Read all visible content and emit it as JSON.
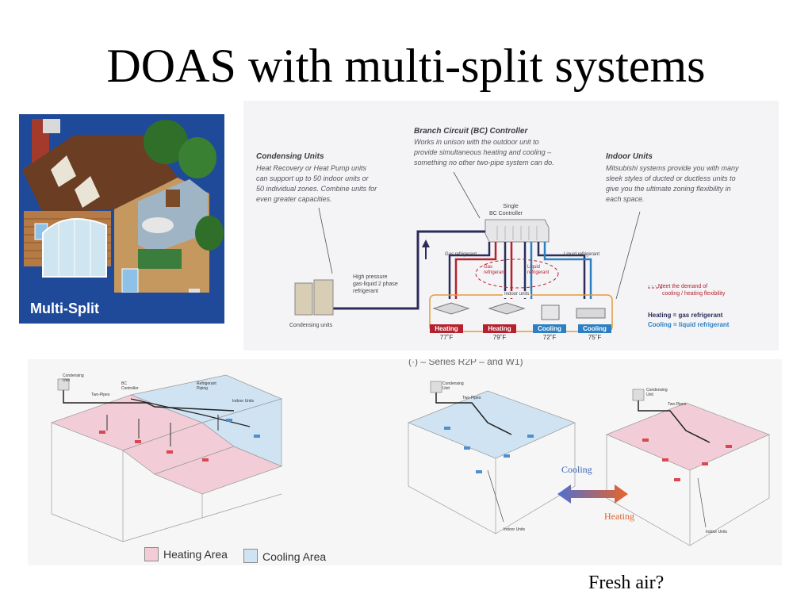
{
  "slide": {
    "title": "DOAS with multi-split systems",
    "footnote": "Fresh air?"
  },
  "house_image": {
    "caption": "Multi-Split"
  },
  "bc_diagram": {
    "condensing_heading": "Condensing Units",
    "condensing_body": [
      "Heat Recovery or Heat Pump units",
      "can support up to 50 indoor units or",
      "50 individual zones. Combine units for",
      "even greater capacities."
    ],
    "bc_heading": "Branch Circuit (BC) Controller",
    "bc_body": [
      "Works in unison with the outdoor unit to",
      "provide simultaneous heating and cooling –",
      "something no other two-pipe system can do."
    ],
    "indoor_heading": "Indoor Units",
    "indoor_body": [
      "Mitsubishi systems provide you with many",
      "sleek styles of ducted or ductless units to",
      "give you the ultimate zoning flexibility in",
      "each space."
    ],
    "single_bc_label": [
      "Single",
      "BC Controller"
    ],
    "gas_refrigerant": "Gas refrigerant",
    "liquid_refrigerant": "Liquid refrigerant",
    "gas_refrigerant_small": [
      "Gas",
      "refrigerant"
    ],
    "liquid_refrigerant_small": [
      "Liquid",
      "refrigerant"
    ],
    "indoor_units_label": "Indoor units",
    "high_pressure": [
      "High pressure",
      "gas-liquid 2 phase",
      "refrigerant"
    ],
    "condensing_units_label": "Condensing units",
    "meet_demand": [
      "- - - Meet the demand of",
      "cooling / heating flexibility"
    ],
    "heating_legend": "Heating = gas refrigerant",
    "cooling_legend": "Cooling = liquid refrigerant",
    "zones": [
      {
        "mode": "Heating",
        "temp": "77˚F",
        "color": "#b5212e"
      },
      {
        "mode": "Heating",
        "temp": "79˚F",
        "color": "#b5212e"
      },
      {
        "mode": "Cooling",
        "temp": "72˚F",
        "color": "#2b7fc2"
      },
      {
        "mode": "Cooling",
        "temp": "75˚F",
        "color": "#2b7fc2"
      }
    ]
  },
  "floor_image": {
    "cropped_text": "(·) – Series R2P – and W1)",
    "left_labels": {
      "condensing_unit": [
        "Condensing",
        "Unit"
      ],
      "two_pipes": "Two-Pipes",
      "bc_controller": [
        "BC",
        "Controller"
      ],
      "refrigerant_piping": [
        "Refrigerant",
        "Piping"
      ],
      "indoor_units": "Indoor Units"
    },
    "middle_labels": {
      "condensing_unit": [
        "Condensing",
        "Unit"
      ],
      "two_pipes": "Two-Pipes",
      "indoor_units": "Indoor Units"
    },
    "right_labels": {
      "condensing_unit": [
        "Condensing",
        "Unit"
      ],
      "two_pipes": "Two-Pipes",
      "indoor_units": "Indoor Units"
    },
    "cooling_label": "Cooling",
    "heating_label": "Heating",
    "legend_heating": "Heating Area",
    "legend_cooling": "Cooling Area",
    "heating_color": "#f2cdd8",
    "cooling_color": "#cfe3f2"
  }
}
